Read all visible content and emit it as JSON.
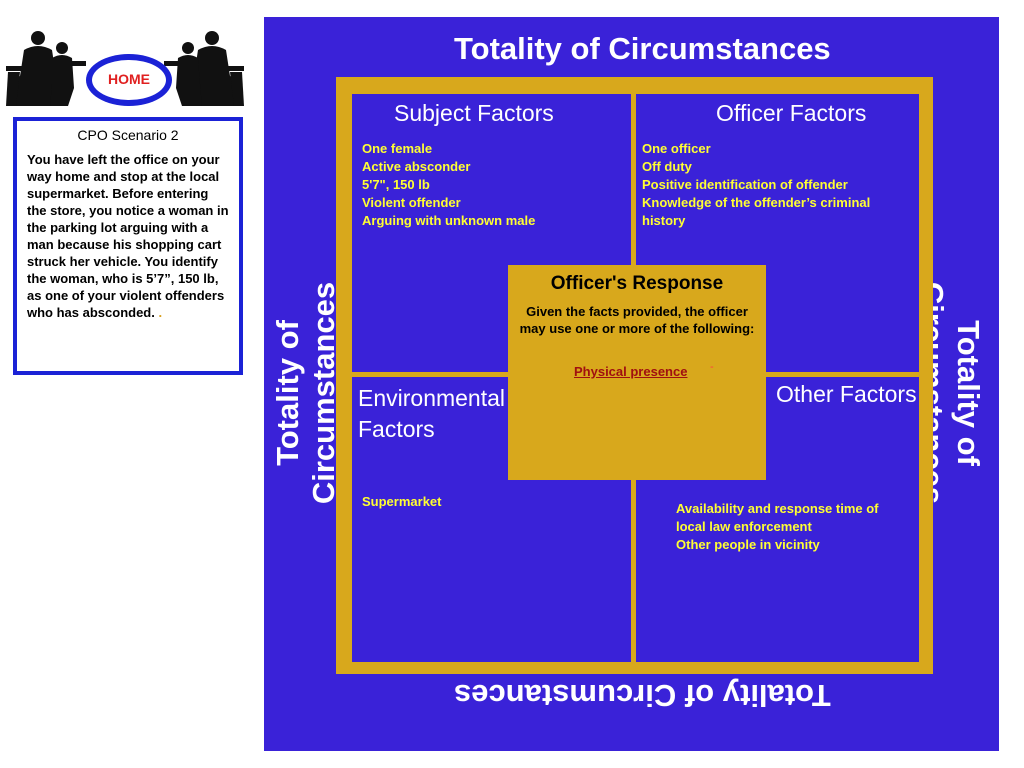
{
  "header": {
    "home_label": "HOME"
  },
  "scenario": {
    "title": "CPO Scenario 2",
    "text": "You have left the office on your way home and stop at the local supermarket. Before entering the store, you notice a woman in the parking lot arguing with a man because his shopping cart struck her vehicle. You identify the woman, who is 5’7”, 150 lb, as one of your violent offenders who has absconded.",
    "trailing_mark": ".",
    "border_color": "#1b22d6"
  },
  "panel": {
    "title": "Totality of Circumstances",
    "background_color": "#3a22d8",
    "frame_color": "#d8a81c",
    "list_text_color": "#ffff33"
  },
  "quadrants": {
    "subject": {
      "heading": "Subject Factors",
      "items": [
        "One female",
        "Active absconder",
        "5'7\", 150 lb",
        "Violent offender",
        "Arguing with unknown male"
      ]
    },
    "officer": {
      "heading": "Officer Factors",
      "items": [
        "One officer",
        "Off duty",
        "Positive identification of offender",
        "Knowledge of the offender’s criminal history"
      ]
    },
    "environmental": {
      "heading_line1": "Environmental",
      "heading_line2": "Factors",
      "items": [
        "Supermarket"
      ]
    },
    "other": {
      "heading": "Other Factors",
      "items": [
        "Availability and response time of local law enforcement",
        "Other people in vicinity"
      ]
    }
  },
  "response": {
    "title": "Officer's Response",
    "text": "Given the facts provided, the officer may use one or more of the following:",
    "link_label": "Physical presence",
    "dot": "-"
  },
  "icons": {
    "left": "soldier-silhouette-icon",
    "right": "soldier-silhouette-icon"
  }
}
